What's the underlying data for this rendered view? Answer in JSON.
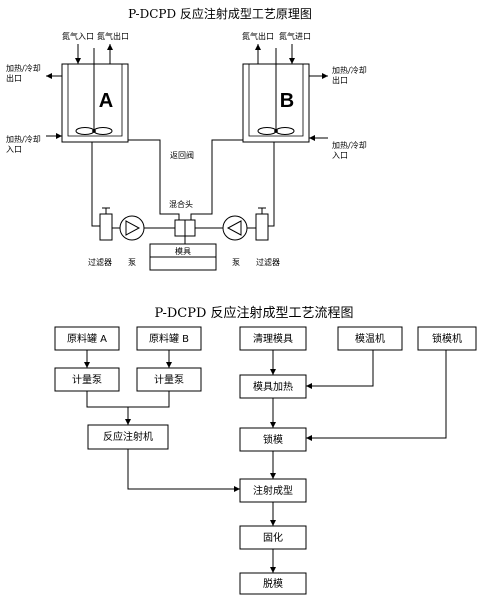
{
  "schematic": {
    "title": "P-DCPD 反应注射成型工艺原理图",
    "tank_a": {
      "letter": "A",
      "nitrogen_inlet": "氮气入口",
      "nitrogen_outlet": "氮气出口",
      "heating_outlet": [
        "加热/冷却",
        "出口"
      ],
      "heating_inlet": [
        "加热/冷却",
        "入口"
      ]
    },
    "tank_b": {
      "letter": "B",
      "nitrogen_outlet": "氮气出口",
      "nitrogen_inlet": "氮气进口",
      "heating_outlet": [
        "加热/冷却",
        "出口"
      ],
      "heating_inlet": [
        "加热/冷却",
        "入口"
      ]
    },
    "return_valve": "返回阀",
    "mixing_head": "混合头",
    "mold": "模具",
    "filter_a": "过滤器",
    "pump_a": "泵",
    "pump_b": "泵",
    "filter_b": "过滤器"
  },
  "flowchart": {
    "title": "P-DCPD 反应注射成型工艺流程图",
    "raw_tank_a": "原料罐 A",
    "raw_tank_b": "原料罐 B",
    "metering_pump_a": "计量泵",
    "metering_pump_b": "计量泵",
    "rim_machine": "反应注射机",
    "clean_mold": "清理模具",
    "mold_temp_controller": "模温机",
    "clamping_machine": "锁模机",
    "mold_heating": "模具加热",
    "clamping": "锁模",
    "injection_molding": "注射成型",
    "curing": "固化",
    "demolding": "脱模"
  }
}
